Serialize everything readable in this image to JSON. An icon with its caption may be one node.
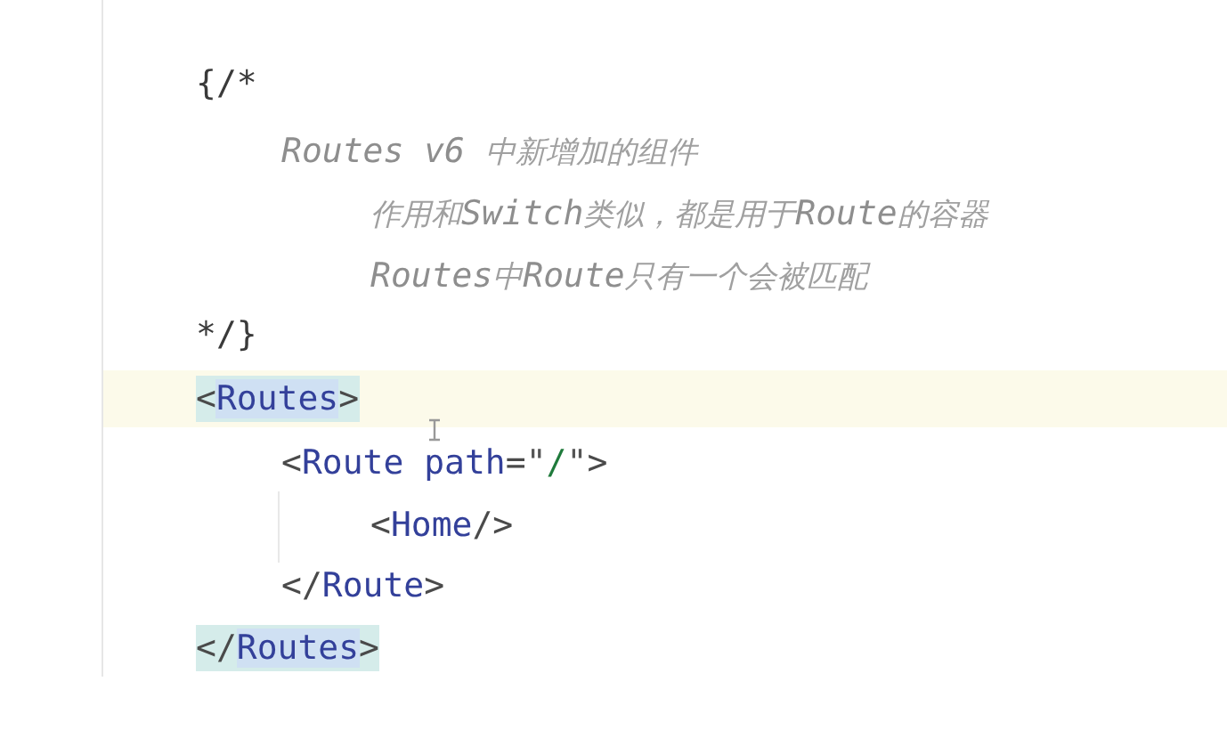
{
  "diagram": {
    "labels": [
      "{/*",
      "Routes v6 中新增加的组件",
      "作用和Switch类似，都是用于Route的容器",
      "Routes中Route只有一个会被匹配",
      "*/}",
      "<Routes>",
      "<Route path=\"/\">",
      "<Home/>",
      "</Route>",
      "</Routes>"
    ]
  }
}
